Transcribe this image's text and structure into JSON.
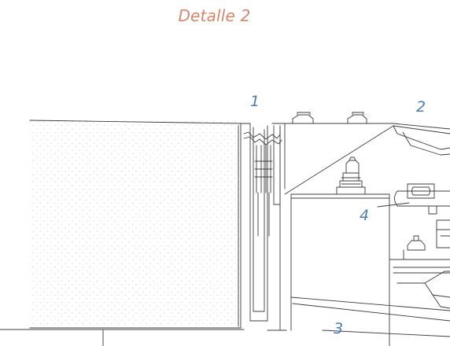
{
  "title": "Detalle 2",
  "colors": {
    "title": "#d5876a",
    "callout": "#4a7fb5",
    "line": "#3c3c3c",
    "fill_dots": "#c8c8c8",
    "background": "#ffffff"
  },
  "callouts": [
    {
      "id": "1",
      "label": "1"
    },
    {
      "id": "2",
      "label": "2"
    },
    {
      "id": "3",
      "label": "3"
    },
    {
      "id": "4",
      "label": "4"
    }
  ],
  "components": [
    "insulated-wall-panel",
    "expansion-joint-profile",
    "steel-support-frame",
    "bolted-connection",
    "cover-plate"
  ]
}
